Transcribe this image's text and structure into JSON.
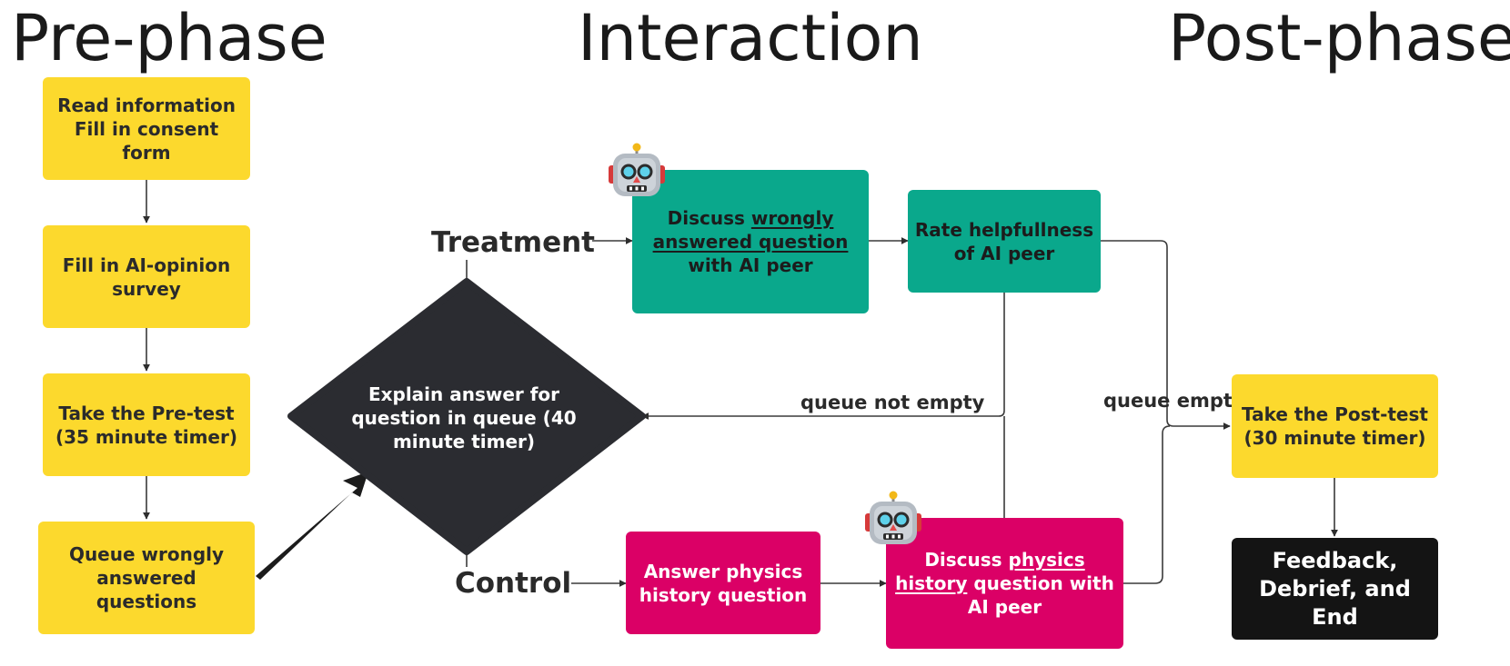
{
  "headings": {
    "pre_phase": "Pre-phase",
    "interaction": "Interaction",
    "post_phase": "Post-phase"
  },
  "pre_phase": {
    "read_info": [
      "Read information",
      "Fill in consent form"
    ],
    "ai_opinion": [
      "Fill in AI-opinion",
      "survey"
    ],
    "pre_test": [
      "Take the Pre-test",
      "(35 minute timer)"
    ],
    "queue_wrong": [
      "Queue wrongly",
      "answered questions"
    ]
  },
  "interaction": {
    "explain": [
      "Explain answer for",
      "question in queue",
      "(40 minute timer)"
    ],
    "treatment_label": "Treatment",
    "control_label": "Control",
    "discuss_wrong": {
      "l1_plain": "Discuss ",
      "l1_link": "wrongly ",
      "l2_link": "answered question",
      "l3_plain": "with AI peer"
    },
    "rate": [
      "Rate helpfullness",
      "of AI peer"
    ],
    "answer_physics": [
      "Answer physics",
      "history question"
    ],
    "discuss_physics": {
      "l1_plain": "Discuss ",
      "l1_link": "physics ",
      "l2_link": "history",
      "l2_plain": " question with",
      "l3_plain": "AI peer"
    },
    "queue_not_empty": "queue not empty",
    "queue_empty": "queue empty"
  },
  "post_phase": {
    "post_test": [
      "Take the Post-test",
      "(30 minute timer)"
    ],
    "feedback": [
      "Feedback,",
      "Debrief, and End"
    ]
  },
  "icons": [
    "robot-icon",
    "robot-icon"
  ],
  "colors": {
    "yellow": "#fcd92d",
    "green": "#0aa88c",
    "magenta": "#db0066",
    "dark": "#2b2c31",
    "black": "#141414"
  }
}
